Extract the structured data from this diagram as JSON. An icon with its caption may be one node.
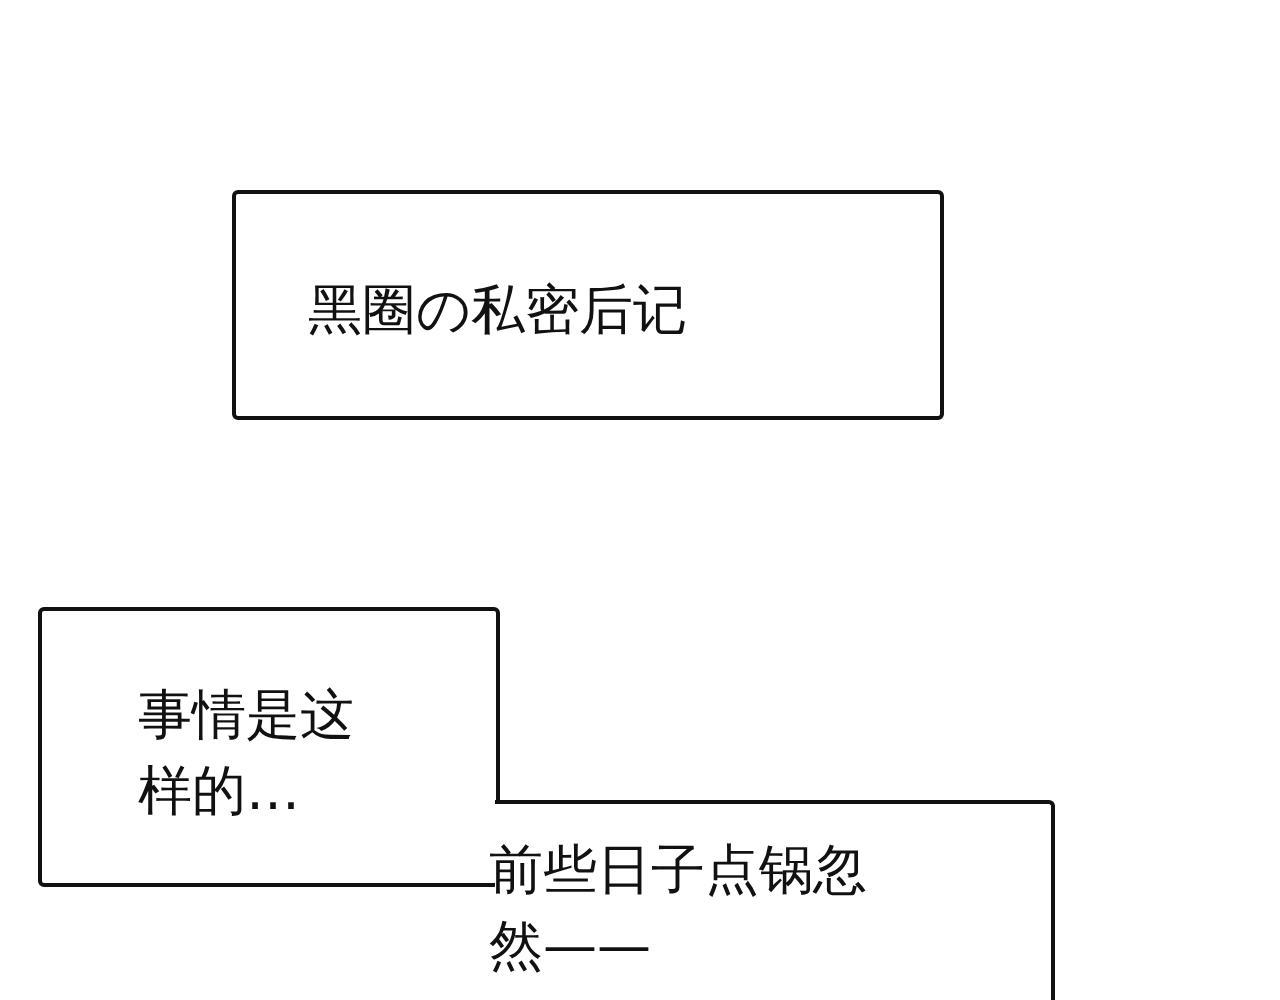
{
  "diagram": {
    "nodes": [
      {
        "text": [
          "黑圈の私密后记"
        ]
      },
      {
        "text": [
          "事情是这样的…"
        ]
      },
      {
        "text": [
          "前些日子点锅忽然——"
        ]
      }
    ]
  }
}
